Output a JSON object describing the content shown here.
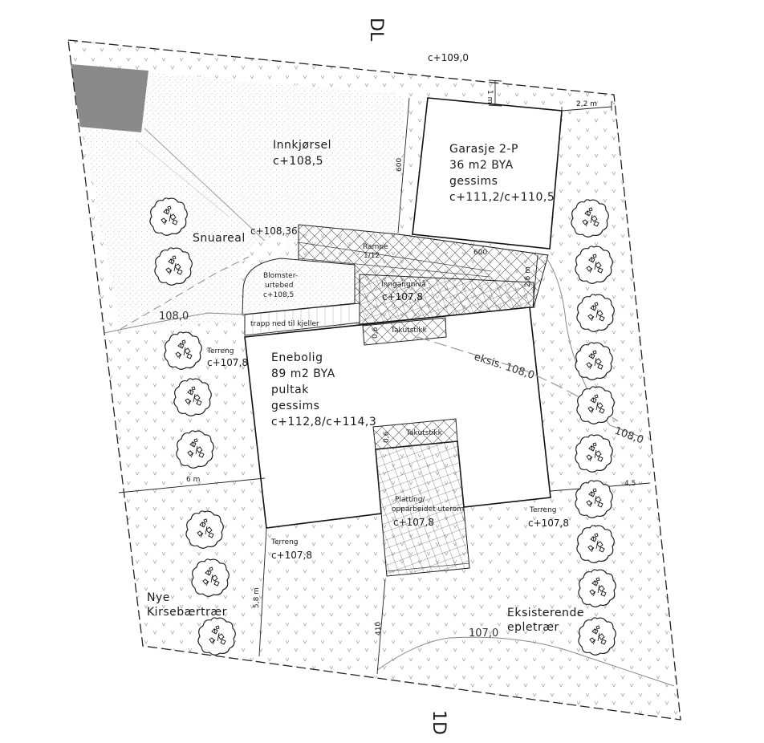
{
  "section_markers": {
    "top": "DL",
    "bottom": "1D"
  },
  "boundary": {
    "top_level": "c+109,0"
  },
  "driveway": {
    "name": "Innkjørsel",
    "level": "c+108,5"
  },
  "garage": {
    "name": "Garasje 2-P",
    "area": "36 m2 BYA",
    "gesims_label": "gessims",
    "levels": "c+111,2/c+110,5"
  },
  "snow_area": {
    "name": "Snuareal",
    "level": "c+108,36"
  },
  "ramp": {
    "label": "Rampe",
    "slope": "1/12"
  },
  "flowerbed": {
    "line1": "Blomster-",
    "line2": "urtebed",
    "level": "c+108,5"
  },
  "entrance": {
    "label": "Inngangnivå",
    "level": "c+107,8"
  },
  "stair": {
    "label": "trapp ned til kjeller"
  },
  "house": {
    "name": "Enebolig",
    "area": "89 m2 BYA",
    "roof": "pultak",
    "gesims_label": "gessims",
    "levels": "c+112,8/c+114,3"
  },
  "eaves": {
    "top": "Takutstikk",
    "bottom": "Takutstikk",
    "top_dim": "0,6",
    "bottom_dim": "0,6"
  },
  "terrace": {
    "line1": "Platting/",
    "line2": "opparbeidet uterom",
    "level": "c+107,8"
  },
  "terrain": {
    "left_mid": {
      "label": "Terreng",
      "level": "c+107,8"
    },
    "bottom_left": {
      "label": "Terreng",
      "level": "c+107,8"
    },
    "bottom_right": {
      "label": "Terreng",
      "level": "c+107,8"
    }
  },
  "contours": {
    "c108_left": "108,0",
    "c108_existing": "eksis. 108,0",
    "c108_right": "108,0",
    "c107": "107,0"
  },
  "dimensions": {
    "d_1m": "1 m",
    "d_22m": "2,2 m",
    "d_600_v": "600",
    "d_600_h": "600",
    "d_26m": "2,6 m",
    "d_6m": "6 m",
    "d_45": "4,5",
    "d_58m": "5,8 m",
    "d_410": "410"
  },
  "trees": {
    "new_line1": "Nye",
    "new_line2": "Kirsebærtrær",
    "existing_line1": "Eksisterende",
    "existing_line2": "epletrær"
  },
  "colors": {
    "line": "#111111",
    "dashed": "#444444",
    "shade": "#8a8a8a",
    "gravel": "#b5b5b5",
    "hatch": "#555555"
  }
}
